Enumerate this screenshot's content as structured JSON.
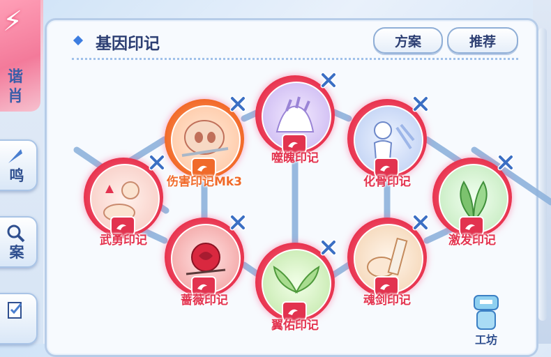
{
  "panel": {
    "title": "基因印记",
    "buttons": {
      "plan": "方案",
      "recommend": "推荐"
    }
  },
  "sidebar": {
    "top_text_1": "谐",
    "top_text_2": "肖",
    "items": [
      {
        "label": "鸣",
        "icon": "feather-icon"
      },
      {
        "label": "案",
        "icon": "magnifier-icon"
      },
      {
        "label": "",
        "icon": "checklist-icon"
      }
    ]
  },
  "nodes": [
    {
      "id": "shanghai",
      "label": "伤害印记Mk3",
      "style": "orange"
    },
    {
      "id": "shipo",
      "label": "噬魄印记",
      "style": "red"
    },
    {
      "id": "huagu",
      "label": "化骨印记",
      "style": "red"
    },
    {
      "id": "wuyong",
      "label": "武勇印记",
      "style": "red"
    },
    {
      "id": "jifa",
      "label": "激发印记",
      "style": "red"
    },
    {
      "id": "qiangwei",
      "label": "蔷薇印记",
      "style": "red"
    },
    {
      "id": "yiyou",
      "label": "翼佑印记",
      "style": "red"
    },
    {
      "id": "hunjian",
      "label": "魂剑印记",
      "style": "red"
    }
  ],
  "robot": {
    "label": "工坊"
  },
  "colors": {
    "accent": "#e3334f",
    "orange": "#f06a2a",
    "link": "#7fa6d8",
    "title": "#2d3f73"
  }
}
